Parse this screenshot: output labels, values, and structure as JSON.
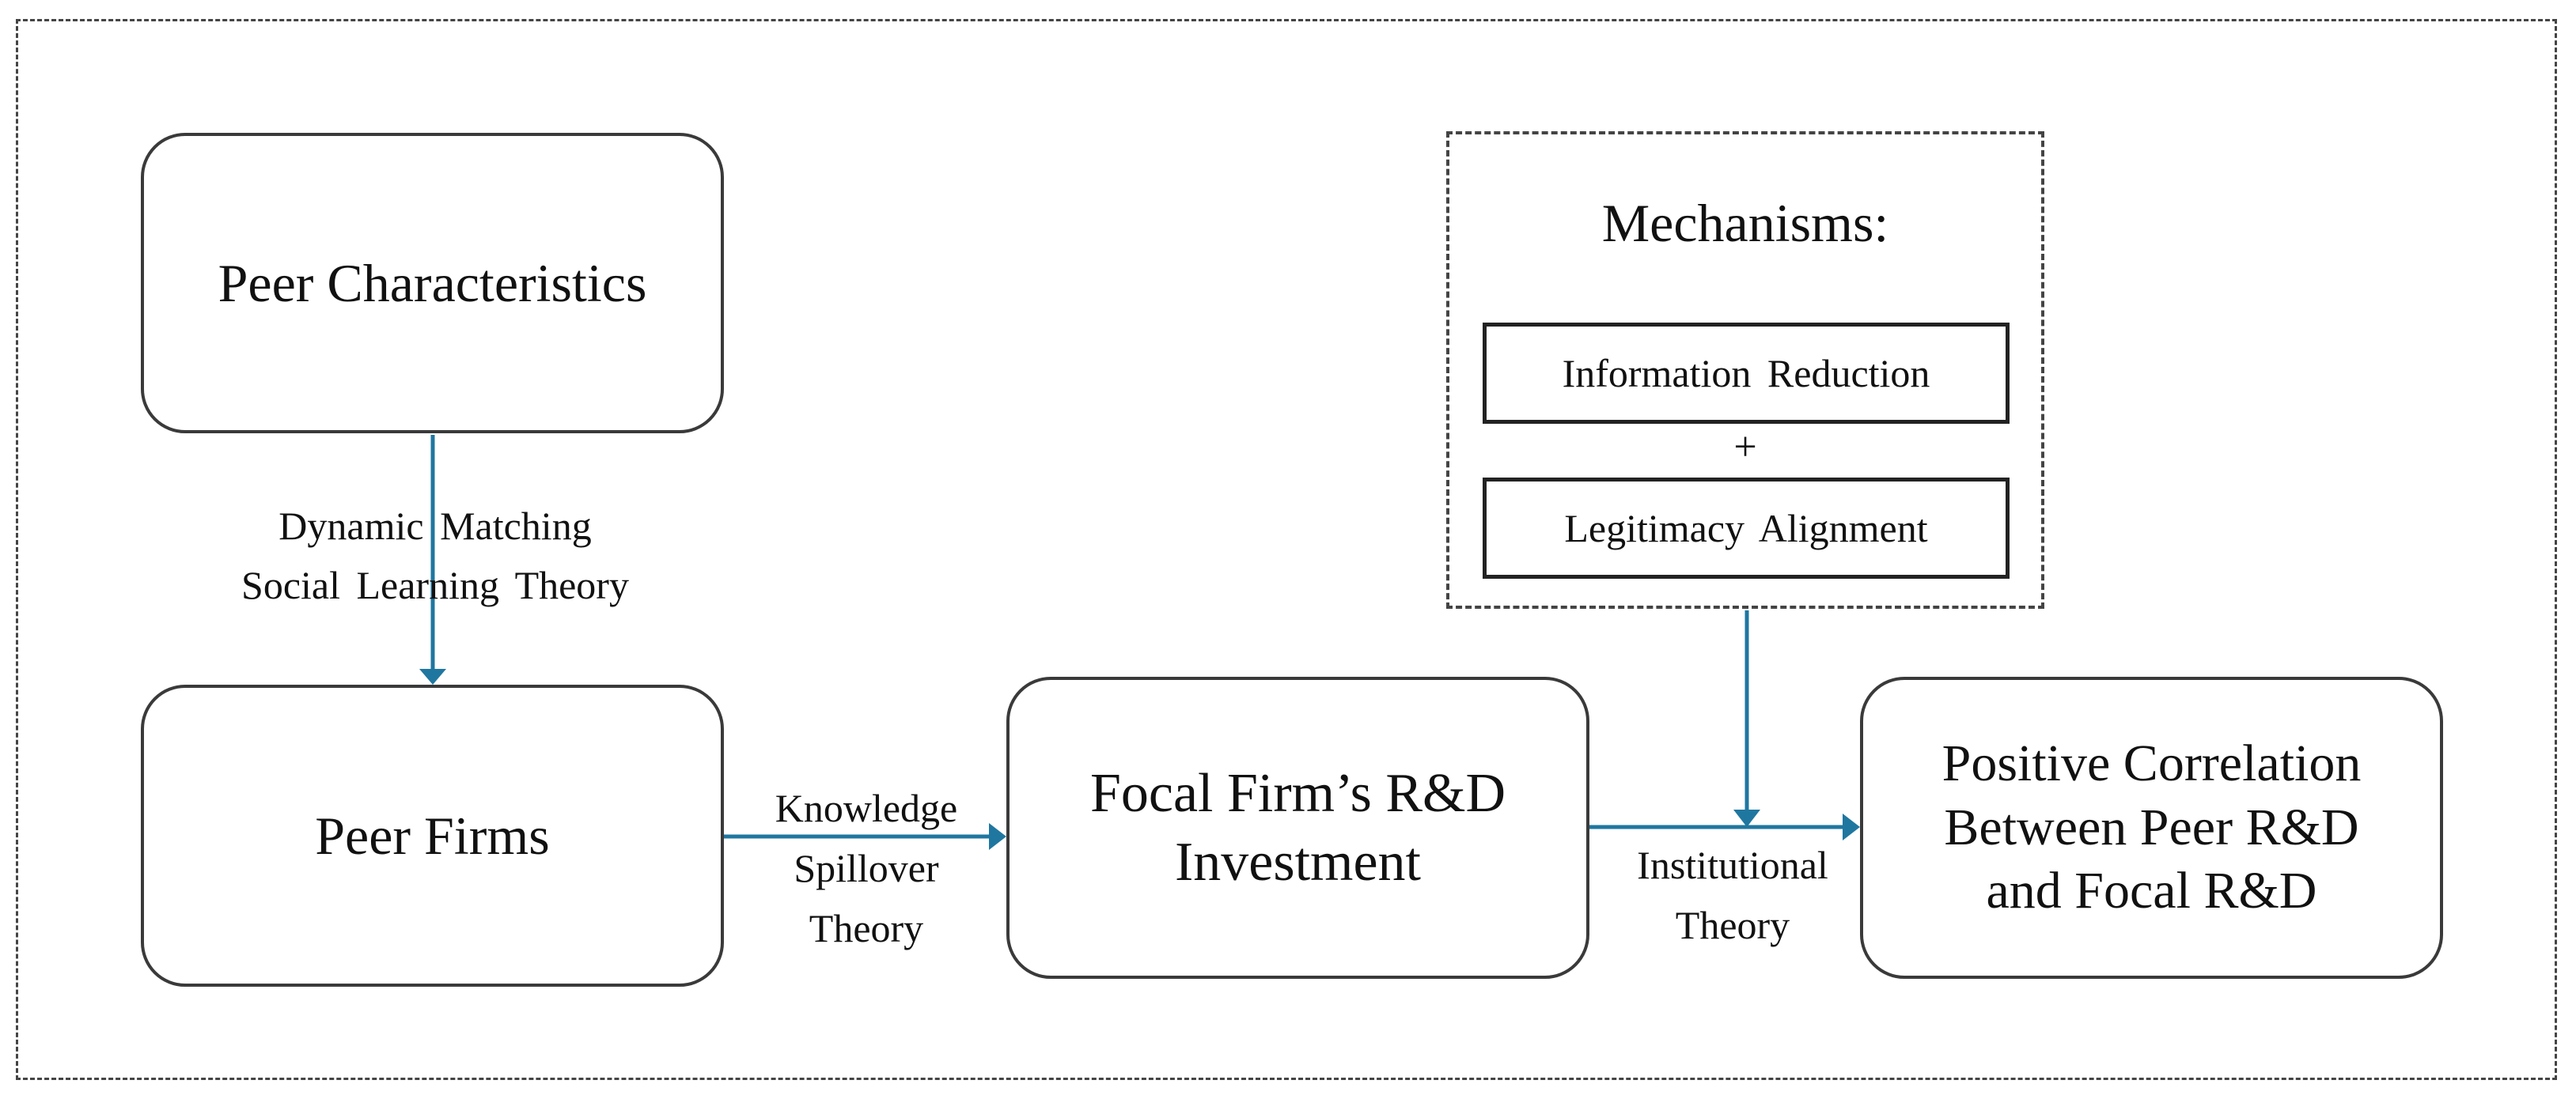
{
  "nodes": {
    "peer_characteristics": "Peer Characteristics",
    "peer_firms": "Peer Firms",
    "focal_investment": "Focal Firm’s R&D\nInvestment",
    "outcome": "Positive Correlation\nBetween Peer R&D\nand Focal R&D"
  },
  "mechanisms": {
    "title": "Mechanisms:",
    "items": [
      "Information Reduction",
      "Legitimacy Alignment"
    ],
    "connector": "+"
  },
  "edges": {
    "characteristics_to_peers": "Dynamic Matching\nSocial Learning Theory",
    "peers_to_focal": "Knowledge\nSpillover\nTheory",
    "focal_to_outcome": "Institutional\nTheory"
  },
  "colors": {
    "arrow": "#1f77a0",
    "box_border": "#3a3a3a"
  }
}
